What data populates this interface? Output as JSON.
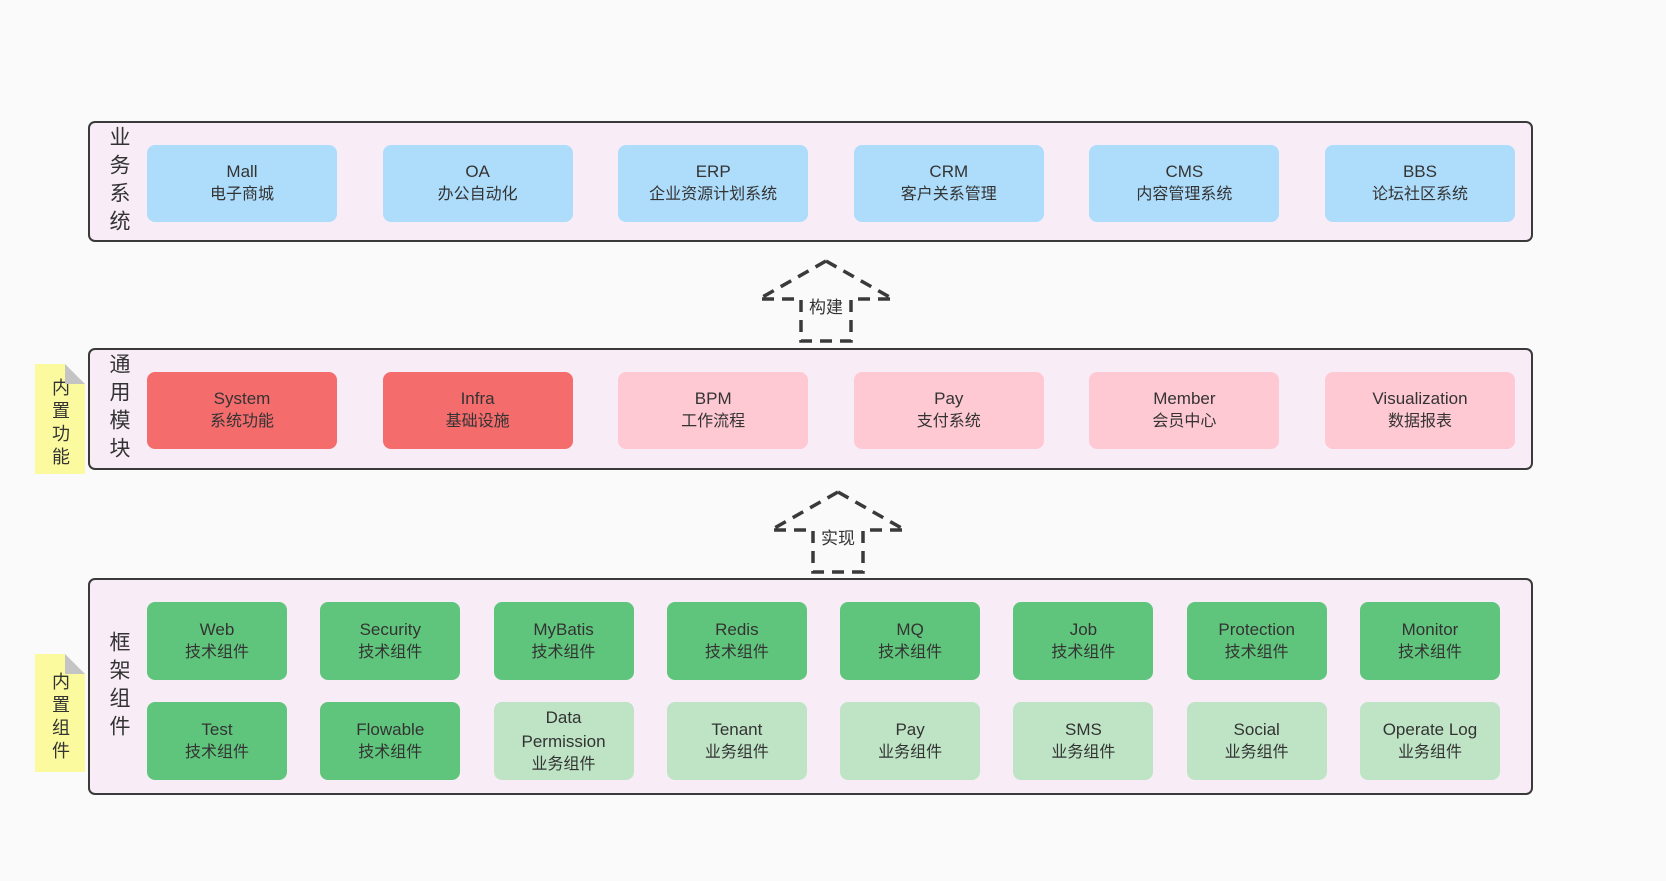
{
  "colors": {
    "page_bg": "#fafafa",
    "layer_bg": "#f8edf6",
    "layer_border": "#3a3a3a",
    "box_blue": "#aeddfb",
    "box_red": "#f56c6c",
    "box_pink": "#fec9d3",
    "box_green": "#60c57c",
    "box_lightgreen": "#bee4c5",
    "tag_bg": "#fcfa9e",
    "tag_fold": "#c4c4c4",
    "text": "#333333"
  },
  "tags": [
    {
      "label": "内置功能"
    },
    {
      "label": "内置组件"
    }
  ],
  "arrows": [
    {
      "label": "构建"
    },
    {
      "label": "实现"
    }
  ],
  "layers": [
    {
      "label": "业务系统",
      "rows": [
        [
          {
            "title": "Mall",
            "subtitle": "电子商城",
            "variant": "blue"
          },
          {
            "title": "OA",
            "subtitle": "办公自动化",
            "variant": "blue"
          },
          {
            "title": "ERP",
            "subtitle": "企业资源计划系统",
            "variant": "blue"
          },
          {
            "title": "CRM",
            "subtitle": "客户关系管理",
            "variant": "blue"
          },
          {
            "title": "CMS",
            "subtitle": "内容管理系统",
            "variant": "blue"
          },
          {
            "title": "BBS",
            "subtitle": "论坛社区系统",
            "variant": "blue"
          }
        ]
      ]
    },
    {
      "label": "通用模块",
      "rows": [
        [
          {
            "title": "System",
            "subtitle": "系统功能",
            "variant": "red"
          },
          {
            "title": "Infra",
            "subtitle": "基础设施",
            "variant": "red"
          },
          {
            "title": "BPM",
            "subtitle": "工作流程",
            "variant": "pink"
          },
          {
            "title": "Pay",
            "subtitle": "支付系统",
            "variant": "pink"
          },
          {
            "title": "Member",
            "subtitle": "会员中心",
            "variant": "pink"
          },
          {
            "title": "Visualization",
            "subtitle": "数据报表",
            "variant": "pink"
          }
        ]
      ]
    },
    {
      "label": "框架组件",
      "rows": [
        [
          {
            "title": "Web",
            "subtitle": "技术组件",
            "variant": "green"
          },
          {
            "title": "Security",
            "subtitle": "技术组件",
            "variant": "green"
          },
          {
            "title": "MyBatis",
            "subtitle": "技术组件",
            "variant": "green"
          },
          {
            "title": "Redis",
            "subtitle": "技术组件",
            "variant": "green"
          },
          {
            "title": "MQ",
            "subtitle": "技术组件",
            "variant": "green"
          },
          {
            "title": "Job",
            "subtitle": "技术组件",
            "variant": "green"
          },
          {
            "title": "Protection",
            "subtitle": "技术组件",
            "variant": "green"
          },
          {
            "title": "Monitor",
            "subtitle": "技术组件",
            "variant": "green"
          }
        ],
        [
          {
            "title": "Test",
            "subtitle": "技术组件",
            "variant": "green"
          },
          {
            "title": "Flowable",
            "subtitle": "技术组件",
            "variant": "green"
          },
          {
            "title": "Data Permission",
            "subtitle": "业务组件",
            "variant": "lightgreen"
          },
          {
            "title": "Tenant",
            "subtitle": "业务组件",
            "variant": "lightgreen"
          },
          {
            "title": "Pay",
            "subtitle": "业务组件",
            "variant": "lightgreen"
          },
          {
            "title": "SMS",
            "subtitle": "业务组件",
            "variant": "lightgreen"
          },
          {
            "title": "Social",
            "subtitle": "业务组件",
            "variant": "lightgreen"
          },
          {
            "title": "Operate Log",
            "subtitle": "业务组件",
            "variant": "lightgreen"
          }
        ]
      ]
    }
  ]
}
